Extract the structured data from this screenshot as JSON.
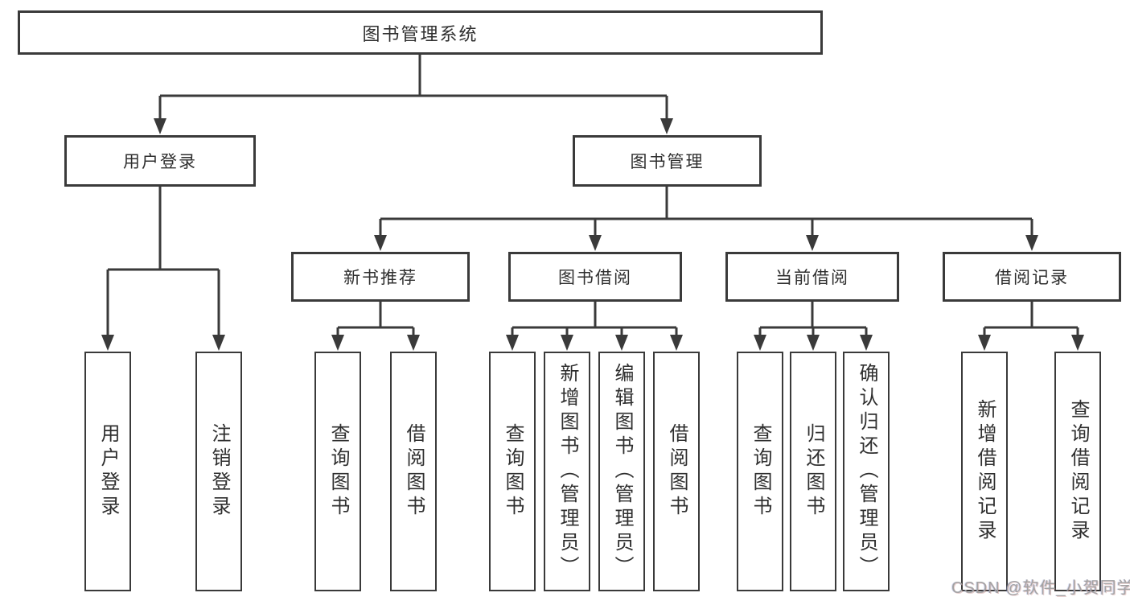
{
  "page": {
    "background": "#ffffff"
  },
  "colors": {
    "line": "#3a3a3a",
    "box_border": "#3a3a3a",
    "box_background": "#ffffff",
    "text": "#2f2f2f",
    "watermark": "#a3a3a3"
  },
  "tree": {
    "root": {
      "label": "图书管理系统"
    },
    "level2": [
      {
        "label": "用户登录"
      },
      {
        "label": "图书管理"
      }
    ],
    "level3": [
      {
        "label": "新书推荐"
      },
      {
        "label": "图书借阅"
      },
      {
        "label": "当前借阅"
      },
      {
        "label": "借阅记录"
      }
    ],
    "leaves": [
      {
        "label": "用户登录"
      },
      {
        "label": "注销登录"
      },
      {
        "label": "查询图书"
      },
      {
        "label": "借阅图书"
      },
      {
        "label": "查询图书"
      },
      {
        "label": "新增图书（管理员）"
      },
      {
        "label": "编辑图书（管理员）"
      },
      {
        "label": "借阅图书"
      },
      {
        "label": "查询图书"
      },
      {
        "label": "归还图书"
      },
      {
        "label": "确认归还（管理员）"
      },
      {
        "label": "新增借阅记录"
      },
      {
        "label": "查询借阅记录"
      }
    ]
  },
  "watermark": {
    "text": "CSDN @软件_小贺同学"
  }
}
